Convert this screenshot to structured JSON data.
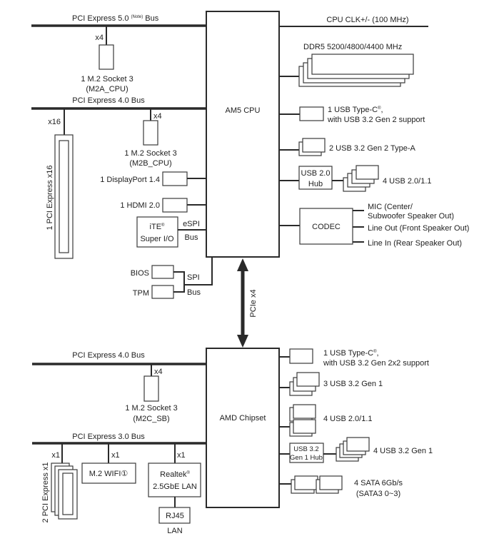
{
  "cpu": {
    "label": "AM5 CPU"
  },
  "chipset": {
    "label": "AMD Chipset"
  },
  "interconnect": {
    "label": "PCIe x4"
  },
  "cpu_left": {
    "pcie5_bus": {
      "label": "PCI Express 5.0 ",
      "note": "(Note)",
      "suffix": " Bus"
    },
    "m2a": {
      "lanes": "x4",
      "line1": "1 M.2 Socket 3",
      "line2": "(M2A_CPU)"
    },
    "pcie4_bus": {
      "label": "PCI Express 4.0 Bus"
    },
    "pcie_x16": {
      "lanes": "x16",
      "label": "1 PCI Express x16"
    },
    "m2b": {
      "lanes": "x4",
      "line1": "1 M.2 Socket 3",
      "line2": "(M2B_CPU)"
    },
    "displayport": {
      "label": "1 DisplayPort 1.4"
    },
    "hdmi": {
      "label": "1 HDMI 2.0"
    },
    "super_io": {
      "brand": "iTE",
      "reg": "®",
      "line2": "Super I/O"
    },
    "espi": {
      "line1": "eSPI",
      "line2": "Bus"
    },
    "bios": {
      "label": "BIOS"
    },
    "tpm": {
      "label": "TPM"
    },
    "spi": {
      "line1": "SPI",
      "line2": "Bus"
    }
  },
  "cpu_right": {
    "clock": {
      "label": "CPU CLK+/- (100 MHz)"
    },
    "memory": {
      "label": "DDR5 5200/4800/4400 MHz"
    },
    "usb_c": {
      "line1": "1 USB Type-C",
      "reg": "®",
      "comma": ",",
      "line2": "with USB 3.2 Gen 2 support"
    },
    "usb_gen2_a": {
      "label": "2 USB 3.2 Gen 2 Type-A"
    },
    "usb2_hub": {
      "line1": "USB 2.0",
      "line2": "Hub"
    },
    "usb2_ports": {
      "label": "4 USB 2.0/1.1"
    },
    "codec": {
      "label": "CODEC"
    },
    "audio_outputs": [
      "MIC (Center/",
      "Subwoofer Speaker Out)",
      "Line Out (Front Speaker Out)",
      "Line In (Rear Speaker Out)"
    ]
  },
  "chipset_left": {
    "pcie4_bus": {
      "label": "PCI Express 4.0 Bus"
    },
    "m2c": {
      "lanes": "x4",
      "line1": "1 M.2 Socket 3",
      "line2": "(M2C_SB)"
    },
    "pcie3_bus": {
      "label": "PCI Express 3.0 Bus"
    },
    "pcie_x1": {
      "lanes": "x1",
      "label": "2 PCI Express x1"
    },
    "wifi": {
      "lanes": "x1",
      "label": "M.2 WIFI①"
    },
    "lan": {
      "lanes": "x1",
      "brand": "Realtek",
      "reg": "®",
      "line2": "2.5GbE LAN"
    },
    "rj45": {
      "label": "RJ45",
      "caption": "LAN"
    }
  },
  "chipset_right": {
    "usb_c": {
      "line1": "1 USB Type-C",
      "reg": "®",
      "comma": ",",
      "line2": "with USB 3.2 Gen 2x2 support"
    },
    "usb_gen1": {
      "label": "3 USB 3.2 Gen 1"
    },
    "usb2_ports": {
      "label": "4 USB 2.0/1.1"
    },
    "gen1_hub": {
      "line1": "USB 3.2",
      "line2": "Gen 1 Hub"
    },
    "gen1_hub_ports": {
      "label": "4 USB 3.2 Gen 1"
    },
    "sata": {
      "line1": "4 SATA 6Gb/s",
      "line2": "(SATA3 0~3)"
    }
  }
}
